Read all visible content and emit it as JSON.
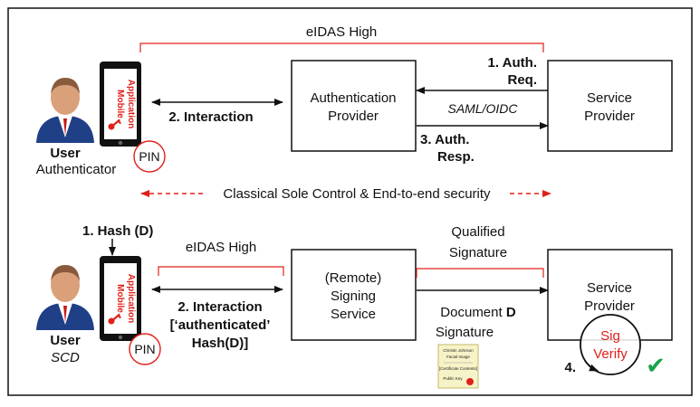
{
  "colors": {
    "red": "#e0201a",
    "black": "#111111",
    "green": "#1aa34a",
    "skin": "#d9a07a",
    "suit": "#1f3f86"
  },
  "top": {
    "eidas_label": "eIDAS High",
    "auth_provider": [
      "Authentication",
      "Provider"
    ],
    "service_provider": [
      "Service",
      "Provider"
    ],
    "auth_req": [
      "1. Auth.",
      "Req."
    ],
    "protocol": "SAML/OIDC",
    "auth_resp": [
      "3. Auth.",
      "Resp."
    ],
    "interaction": "2. Interaction",
    "user_label": "User",
    "user_role": "Authenticator",
    "pin": "PIN",
    "phone_app": [
      "Mobile",
      "Application"
    ]
  },
  "middle": {
    "classical_label": "Classical Sole Control & End-to-end security"
  },
  "bottom": {
    "hash_label": [
      "1. Hash (",
      "D",
      ")"
    ],
    "eidas_label": "eIDAS High",
    "qualified": [
      "Qualified",
      "Signature"
    ],
    "signing_service": [
      "(Remote)",
      "Signing",
      "Service"
    ],
    "service_provider": [
      "Service",
      "Provider"
    ],
    "document": [
      "Document ",
      "D"
    ],
    "signature": "Signature",
    "interaction": [
      "2. Interaction",
      "[‘authenticated’",
      "Hash(D)]"
    ],
    "user_label": "User",
    "user_role": "SCD",
    "pin": "PIN",
    "phone_app": [
      "Mobile",
      "Application"
    ],
    "sig": "Sig",
    "verify": "Verify",
    "step4": "4.",
    "checkmark": "✔",
    "certificate": [
      "Christin Johnson",
      "Facial Image",
      "[Certificate Contents]",
      "Public Key"
    ]
  }
}
